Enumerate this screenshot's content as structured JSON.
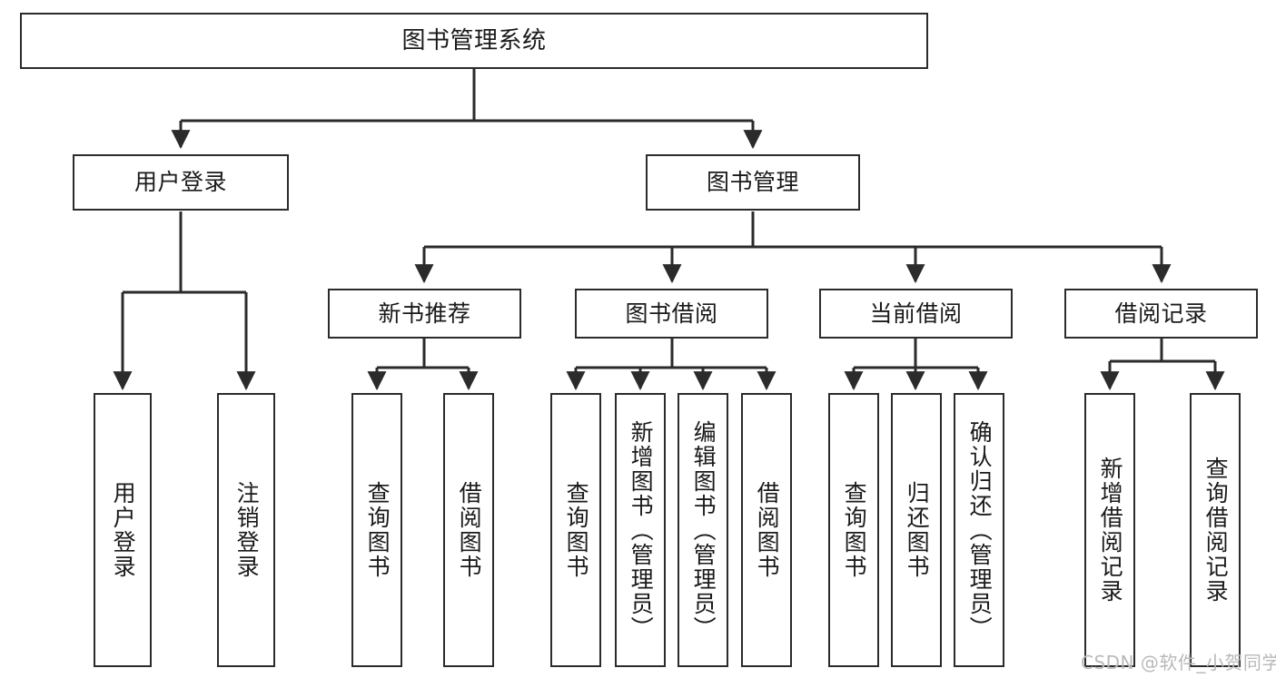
{
  "diagram": {
    "title": "图书管理系统",
    "type": "hierarchy-tree",
    "levels": 4,
    "root": {
      "id": "root",
      "label": "图书管理系统"
    },
    "level2": [
      {
        "id": "user-login",
        "label": "用户登录"
      },
      {
        "id": "book-management",
        "label": "图书管理"
      }
    ],
    "level3": [
      {
        "id": "new-book-recommend",
        "label": "新书推荐",
        "parent": "book-management"
      },
      {
        "id": "book-borrow",
        "label": "图书借阅",
        "parent": "book-management"
      },
      {
        "id": "current-borrow",
        "label": "当前借阅",
        "parent": "book-management"
      },
      {
        "id": "borrow-record",
        "label": "借阅记录",
        "parent": "book-management"
      }
    ],
    "leaves": [
      {
        "id": "leaf-user-login",
        "label": "用户登录",
        "parent": "user-login"
      },
      {
        "id": "leaf-logout-login",
        "label": "注销登录",
        "parent": "user-login"
      },
      {
        "id": "leaf-query-book-1",
        "label": "查询图书",
        "parent": "new-book-recommend"
      },
      {
        "id": "leaf-borrow-book-1",
        "label": "借阅图书",
        "parent": "new-book-recommend"
      },
      {
        "id": "leaf-query-book-2",
        "label": "查询图书",
        "parent": "book-borrow"
      },
      {
        "id": "leaf-add-book",
        "label": "新增图书（管理员）",
        "parent": "book-borrow"
      },
      {
        "id": "leaf-edit-book",
        "label": "编辑图书（管理员）",
        "parent": "book-borrow"
      },
      {
        "id": "leaf-borrow-book-2",
        "label": "借阅图书",
        "parent": "book-borrow"
      },
      {
        "id": "leaf-query-book-3",
        "label": "查询图书",
        "parent": "current-borrow"
      },
      {
        "id": "leaf-return-book",
        "label": "归还图书",
        "parent": "current-borrow"
      },
      {
        "id": "leaf-confirm-return",
        "label": "确认归还（管理员）",
        "parent": "current-borrow"
      },
      {
        "id": "leaf-add-record",
        "label": "新增借阅记录",
        "parent": "borrow-record"
      },
      {
        "id": "leaf-query-record",
        "label": "查询借阅记录",
        "parent": "borrow-record"
      }
    ],
    "watermark": "CSDN @软件_小贺同学",
    "colors": {
      "border": "#2b2b2b",
      "background": "#ffffff",
      "text": "#1a1a1a",
      "edge": "#2b2b2b",
      "watermark": "#b9b9b9"
    }
  }
}
